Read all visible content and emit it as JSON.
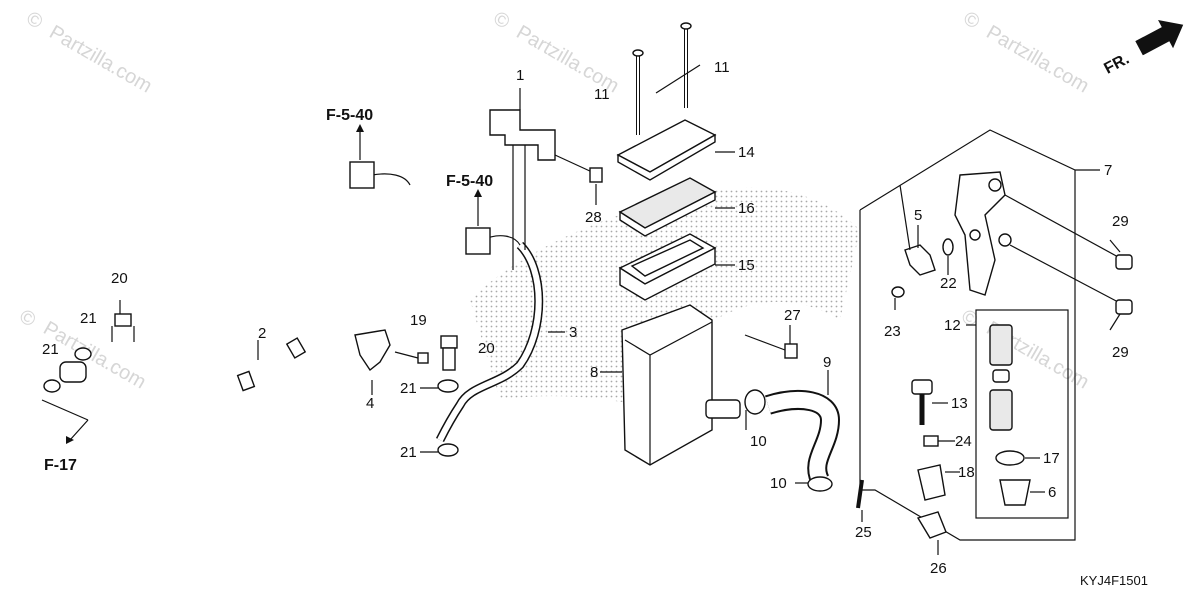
{
  "diagram": {
    "watermark": "Partzilla.com",
    "watermark_symbol": "©",
    "diagram_code": "KYJ4F1501",
    "front_arrow_label": "FR.",
    "references": {
      "f540_left": "F-5-40",
      "f540_right": "F-5-40",
      "f17": "F-17"
    },
    "part_numbers": {
      "p1": "1",
      "p2": "2",
      "p3": "3",
      "p4": "4",
      "p5": "5",
      "p6": "6",
      "p7": "7",
      "p8": "8",
      "p9": "9",
      "p10a": "10",
      "p10b": "10",
      "p11a": "11",
      "p11b": "11",
      "p12": "12",
      "p13": "13",
      "p14": "14",
      "p15": "15",
      "p16": "16",
      "p17": "17",
      "p18": "18",
      "p19": "19",
      "p20a": "20",
      "p20b": "20",
      "p21a": "21",
      "p21b": "21",
      "p21c": "21",
      "p21d": "21",
      "p22": "22",
      "p23": "23",
      "p24": "24",
      "p25": "25",
      "p26": "26",
      "p27": "27",
      "p28": "28",
      "p29a": "29",
      "p29b": "29"
    }
  }
}
